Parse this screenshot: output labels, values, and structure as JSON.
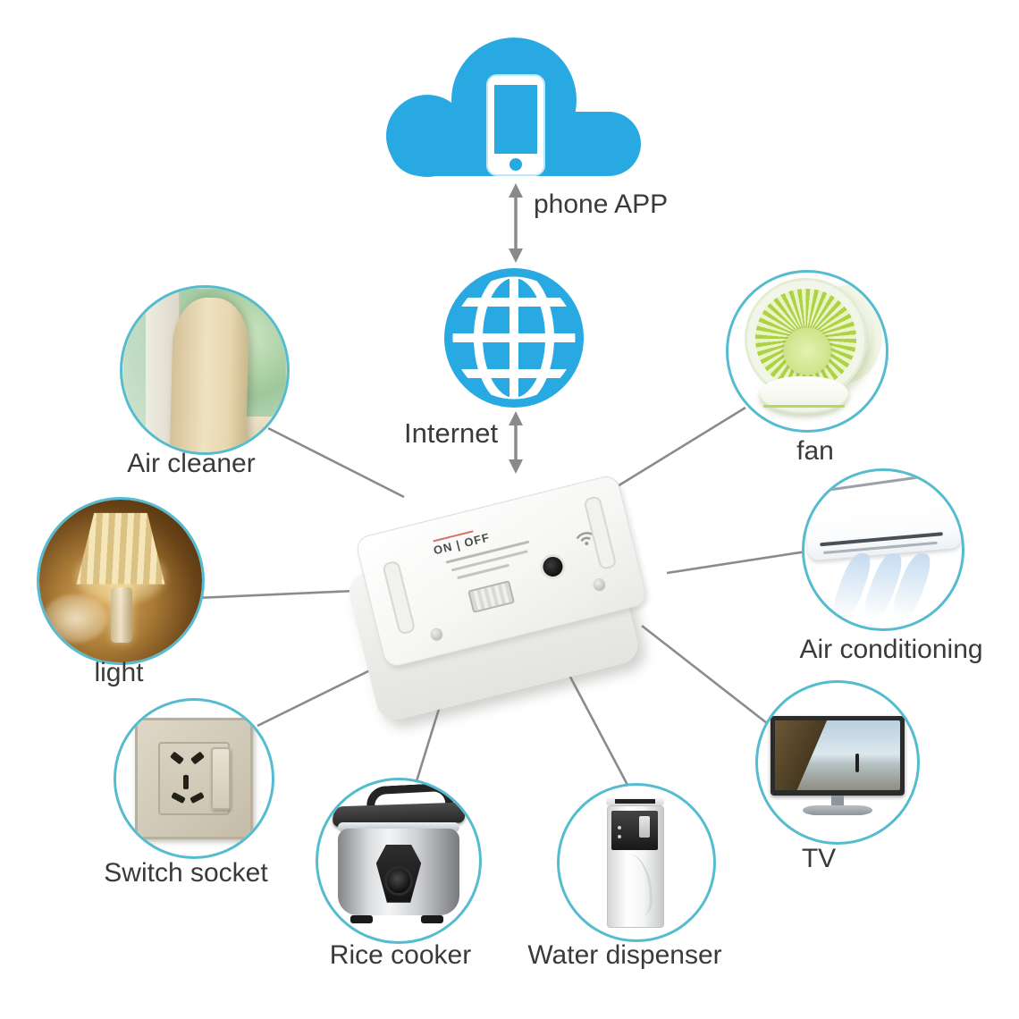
{
  "palette": {
    "accent_blue": "#29a9e1",
    "circle_border": "#55bccf",
    "connector_gray": "#8b8b8b",
    "text_color": "#3a3a3a"
  },
  "cloud": {
    "label": "phone APP",
    "icon": "cloud-icon",
    "phone_icon": "smartphone-icon"
  },
  "internet": {
    "label": "Internet",
    "icon": "globe-icon"
  },
  "hub": {
    "label": "ON | OFF",
    "icon": "wifi-smart-switch-image",
    "button_icon": "power-button",
    "wifi_icon": "wifi-icon"
  },
  "devices": [
    {
      "id": "air-cleaner",
      "label": "Air cleaner",
      "icon": "air-cleaner-icon"
    },
    {
      "id": "fan",
      "label": "fan",
      "icon": "fan-icon"
    },
    {
      "id": "light",
      "label": "light",
      "icon": "lamp-icon"
    },
    {
      "id": "air-conditioning",
      "label": "Air conditioning",
      "icon": "air-conditioner-icon"
    },
    {
      "id": "switch-socket",
      "label": "Switch socket",
      "icon": "socket-icon"
    },
    {
      "id": "rice-cooker",
      "label": "Rice cooker",
      "icon": "rice-cooker-icon"
    },
    {
      "id": "water-dispenser",
      "label": "Water dispenser",
      "icon": "water-dispenser-icon"
    },
    {
      "id": "tv",
      "label": "TV",
      "icon": "tv-icon"
    }
  ]
}
